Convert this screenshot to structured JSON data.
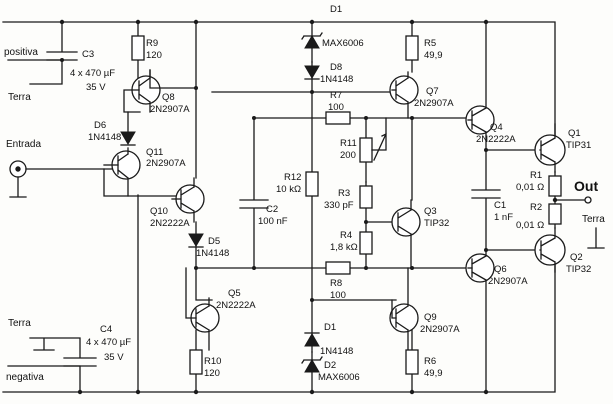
{
  "labels": {
    "positiva": "positiva",
    "terra_top": "Terra",
    "entrada": "Entrada",
    "terra_bottom": "Terra",
    "negativa": "negativa",
    "terra_right": "Terra",
    "out": "Out",
    "c3_ref": "C3",
    "c3_val": "4 x 470 µF",
    "c3_volt": "35 V",
    "c4_ref": "C4",
    "c4_val": "4 x 470 µF",
    "c4_volt": "35 V",
    "r9_ref": "R9",
    "r9_val": "120",
    "q8_ref": "Q8",
    "q8_type": "2N2907A",
    "d6_ref": "D6",
    "d6_type": "1N4148",
    "q11_ref": "Q11",
    "q11_type": "2N2907A",
    "q10_ref": "Q10",
    "q10_type": "2N2222A",
    "d5_ref": "D5",
    "d5_type": "1N4148",
    "c2_ref": "C2",
    "c2_val": "100 nF",
    "q5_ref": "Q5",
    "q5_type": "2N2222A",
    "r10_ref": "R10",
    "r10_val": "120",
    "d1_top_ref": "D1",
    "d1_top_type": "MAX6006",
    "d8_ref": "D8",
    "d8_type": "1N4148",
    "r5_ref": "R5",
    "r5_val": "49,9",
    "q7_ref": "Q7",
    "q7_type": "2N2907A",
    "r7_ref": "R7",
    "r7_val": "100",
    "r11_ref": "R11",
    "r11_val": "200",
    "r12_ref": "R12",
    "r12_val": "10 kΩ",
    "r3_ref": "R3",
    "r3_val": "330 pF",
    "r4_ref": "R4",
    "r4_val": "1,8 kΩ",
    "q3_ref": "Q3",
    "q3_type": "TIP32",
    "r8_ref": "R8",
    "r8_val": "100",
    "d1_bot_ref": "D1",
    "d1_bot_type": "1N4148",
    "d2_ref": "D2",
    "d2_type": "MAX6006",
    "q9_ref": "Q9",
    "q9_type": "2N2907A",
    "r6_ref": "R6",
    "r6_val": "49,9",
    "q4_ref": "Q4",
    "q4_type": "2N2222A",
    "c1_ref": "C1",
    "c1_val": "1 nF",
    "q6_ref": "Q6",
    "q6_type": "2N2907A",
    "q1_ref": "Q1",
    "q1_type": "TIP31",
    "r1_ref": "R1",
    "r1_val": "0,01 Ω",
    "r2_ref": "R2",
    "r2_val": "0,01 Ω",
    "q2_ref": "Q2",
    "q2_type": "TIP32"
  }
}
